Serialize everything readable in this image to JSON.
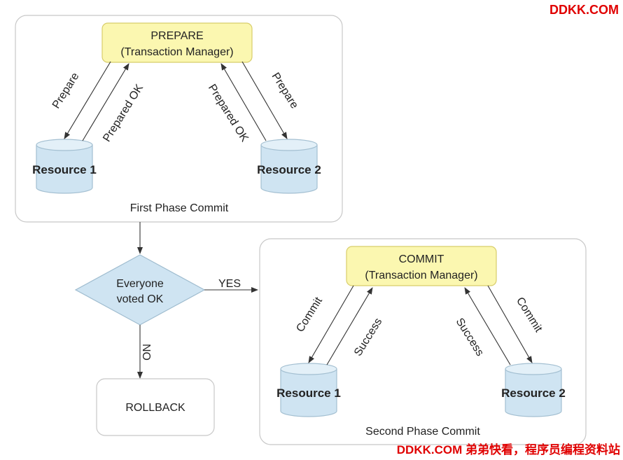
{
  "watermark": {
    "top": "DDKK.COM",
    "bottom": "DDKK.COM 弟弟快看，程序员编程资料站"
  },
  "colors": {
    "manager_fill": "#fbf7b0",
    "manager_stroke": "#d8cd6a",
    "db_fill": "#cfe4f2",
    "db_stroke": "#a3bfd1",
    "diamond_fill": "#cfe4f2",
    "diamond_stroke": "#9fbccf",
    "panel_stroke": "#c8c8c8",
    "arrow": "#333333",
    "watermark": "#e00000"
  },
  "phase1": {
    "caption": "First Phase Commit",
    "manager": {
      "line1": "PREPARE",
      "line2": "(Transaction Manager)"
    },
    "resource1": "Resource 1",
    "resource2": "Resource 2",
    "arrow_labels": {
      "left_down": "Prepare",
      "left_up": "Prepared OK",
      "right_up": "Prepared OK",
      "right_down": "Prepare"
    }
  },
  "decision": {
    "line1": "Everyone",
    "line2": "voted OK",
    "yes": "YES",
    "no": "NO"
  },
  "rollback": "ROLLBACK",
  "phase2": {
    "caption": "Second Phase Commit",
    "manager": {
      "line1": "COMMIT",
      "line2": "(Transaction Manager)"
    },
    "resource1": "Resource 1",
    "resource2": "Resource 2",
    "arrow_labels": {
      "left_down": "Commit",
      "left_up": "Success",
      "right_up": "Success",
      "right_down": "Commit"
    }
  }
}
